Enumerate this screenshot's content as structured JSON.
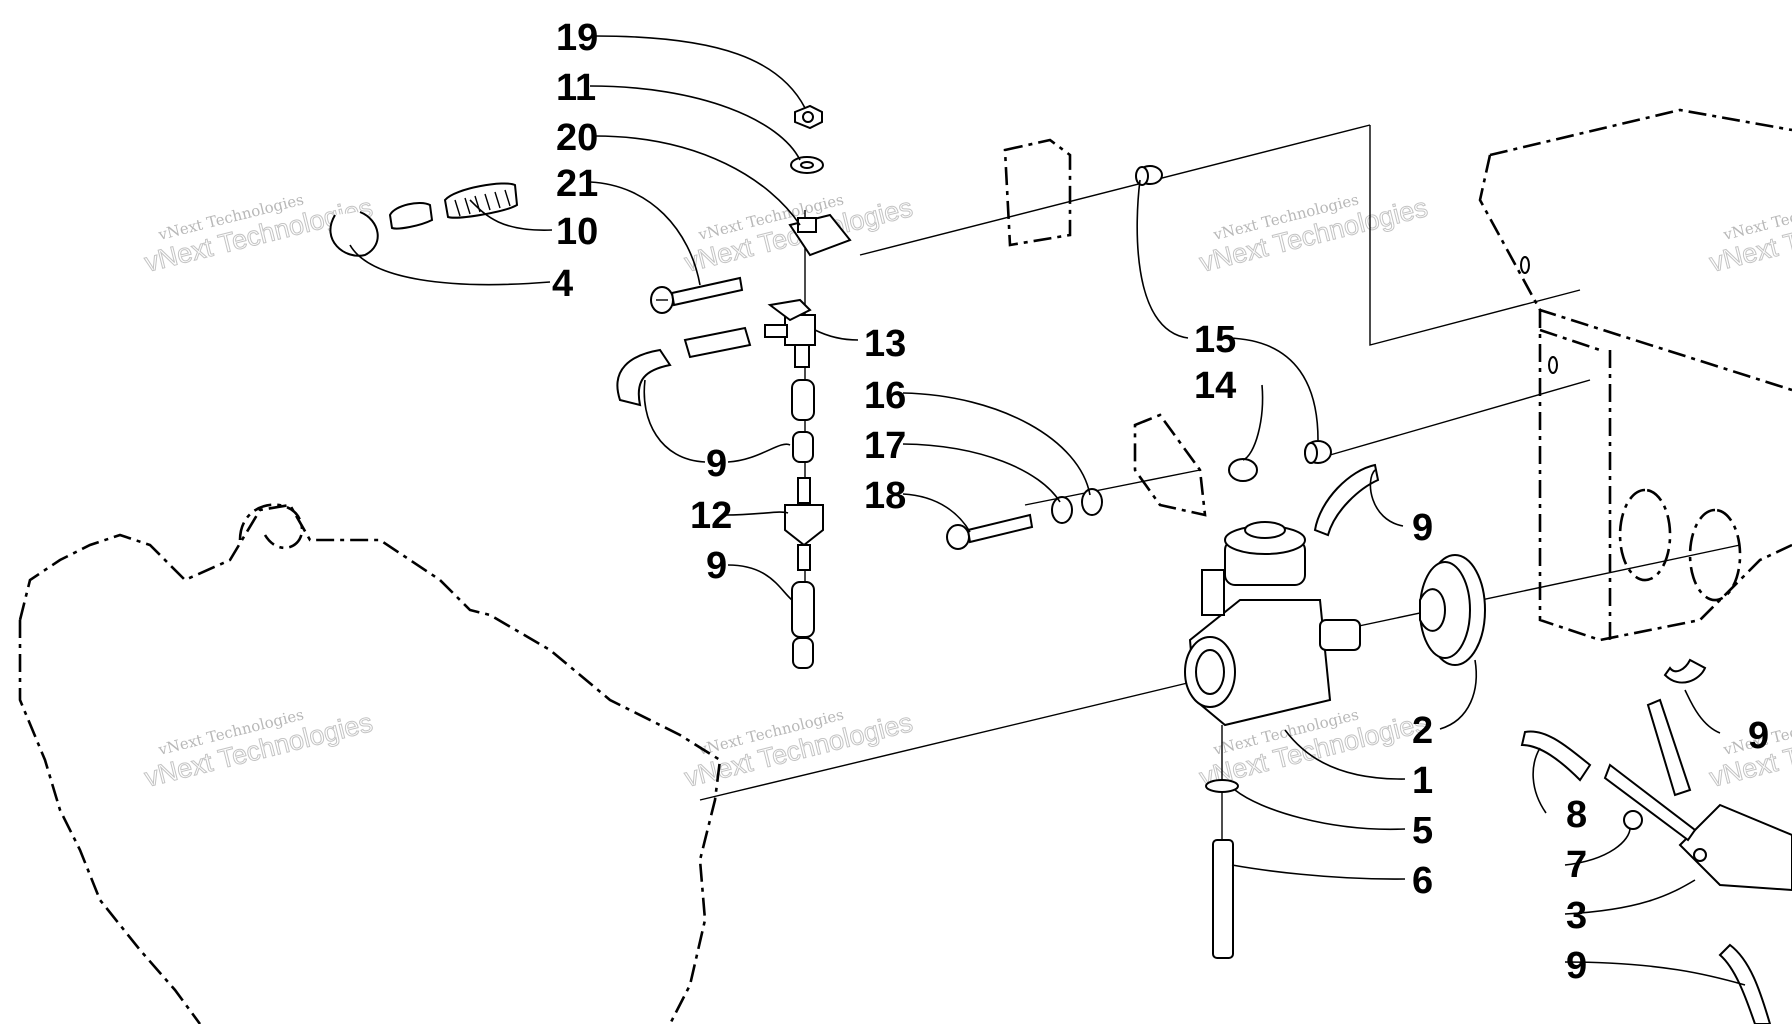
{
  "diagram": {
    "callouts": [
      "19",
      "11",
      "20",
      "21",
      "10",
      "4",
      "13",
      "16",
      "17",
      "18",
      "9",
      "12",
      "9",
      "15",
      "14",
      "9",
      "2",
      "1",
      "5",
      "6",
      "8",
      "7",
      "3",
      "9",
      "9"
    ],
    "watermark": {
      "line_small": "vNext Technologies",
      "line_large": "vNext Technologies"
    }
  }
}
